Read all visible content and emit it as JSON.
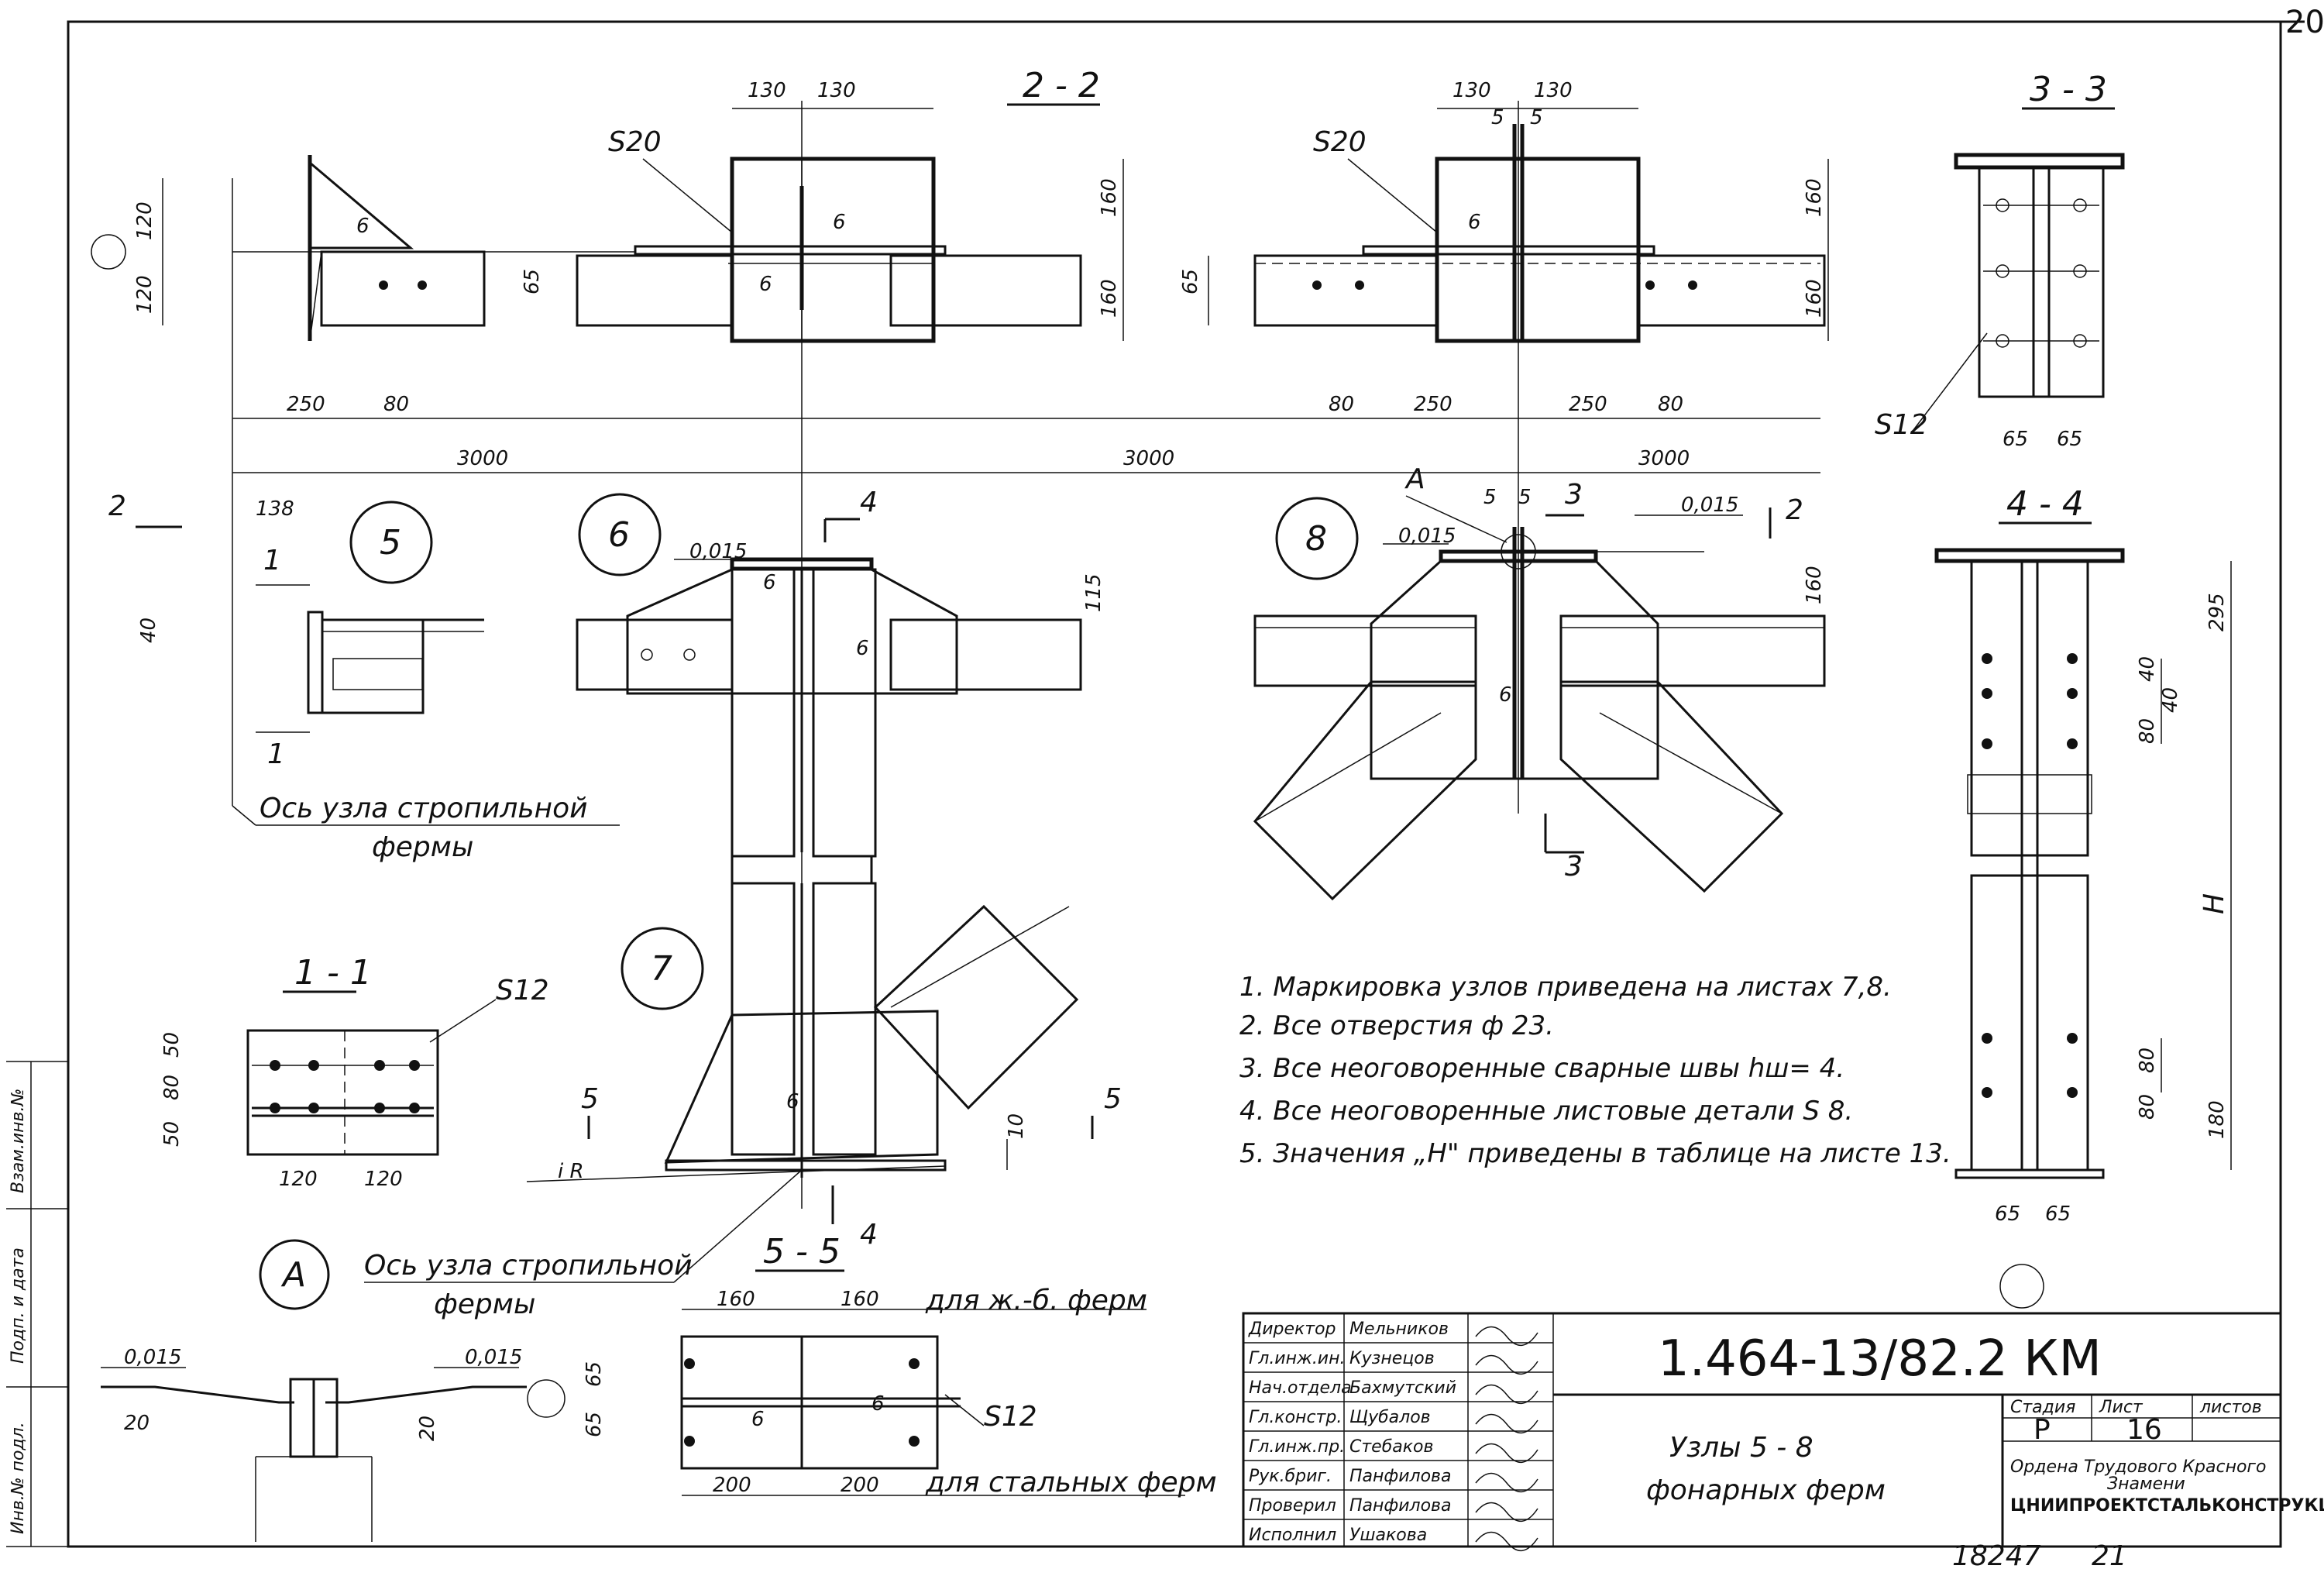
{
  "sheet_corner": "20",
  "sections": {
    "s22": "2 - 2",
    "s33": "3 - 3",
    "s44": "4 - 4",
    "s11": "1 - 1",
    "s55": "5 - 5"
  },
  "nodes": {
    "n5": "5",
    "n6": "6",
    "n7": "7",
    "n8": "8",
    "nA": "A"
  },
  "cut_marks": {
    "c1": "1",
    "c2": "2",
    "c3": "3",
    "c4": "4",
    "c5": "5",
    "cA": "A"
  },
  "axis_label_1": "Ось узла стропильной",
  "axis_label_1b": "фермы",
  "axis_label_2": "Ось узла стропильной",
  "axis_label_2b": "фермы",
  "slopes": {
    "s1": "0,015",
    "s2": "0,015",
    "s3": "0,015",
    "s4": "0,015",
    "s5": "0,015"
  },
  "plates": {
    "p1": "S20",
    "p2": "S20",
    "p3": "S12",
    "p4": "S12",
    "p5": "S12"
  },
  "dims": {
    "d130a": "130",
    "d130b": "130",
    "d130c": "130",
    "d130d": "130",
    "d5a": "5",
    "d5b": "5",
    "d5c": "5",
    "d5d": "5",
    "d120a": "120",
    "d120b": "120",
    "d65a": "65",
    "d65b": "65",
    "d160a": "160",
    "d160b": "160",
    "d160c": "160",
    "d160d": "160",
    "d250a": "250",
    "d80a": "80",
    "d80b": "80",
    "d250b": "250",
    "d250c": "250",
    "d80c": "80",
    "d3000a": "3000",
    "d3000b": "3000",
    "d3000c": "3000",
    "d6565a": "65",
    "d6565b": "65",
    "d138": "138",
    "d40": "40",
    "d115": "115",
    "d160e": "160",
    "d295": "295",
    "d40b": "40",
    "d40c": "40",
    "d80d": "80",
    "dH": "H",
    "d80e": "80",
    "d80f": "80",
    "d180": "180",
    "d6565c": "65",
    "d6565d": "65",
    "d50a": "50",
    "d80g": "80",
    "d50b": "50",
    "d120c": "120",
    "d120d": "120",
    "d10": "10",
    "dR": "i R",
    "d20a": "20",
    "d20b": "20",
    "d160f": "160",
    "d160g": "160",
    "d65c": "65",
    "d65d": "65",
    "d200a": "200",
    "d200b": "200"
  },
  "weld": "6",
  "for_rc": "для ж.-б. ферм",
  "for_steel": "для стальных ферм",
  "notes": [
    "1.  Маркировка   узлов  приведена на листах 7,8.",
    "2.  Все   отверстия  ф 23.",
    "3.  Все   неоговоренные    сварные  швы hш= 4.",
    "4.  Все  неоговоренные    листовые  детали  S 8.",
    "5.  Значения  „Н\"  приведены   в таблице на листе 13."
  ],
  "title_block": {
    "roles": [
      {
        "role": "Директор",
        "name": "Мельников"
      },
      {
        "role": "Гл.инж.ин.",
        "name": "Кузнецов"
      },
      {
        "role": "Нач.отдела",
        "name": "Бахмутский"
      },
      {
        "role": "Гл.констр.",
        "name": "Щубалов"
      },
      {
        "role": "Гл.инж.пр.",
        "name": "Стебаков"
      },
      {
        "role": "Рук.бриг.",
        "name": "Панфилова"
      },
      {
        "role": "Проверил",
        "name": "Панфилова"
      },
      {
        "role": "Исполнил",
        "name": "Ушакова"
      }
    ],
    "code": "1.464-13/82.2  КМ",
    "title1": "Узлы  5 - 8",
    "title2": "фонарных  ферм",
    "h_stage": "Стадия",
    "h_sheet": "Лист",
    "h_sheets": "листов",
    "stage": "Р",
    "sheet": "16",
    "org1": "Ордена Трудового Красного",
    "org2": "Знамени",
    "org3": "ЦНИИПРОЕКТСТАЛЬКОНСТРУКЦИЯ"
  },
  "side_stamp": [
    "Инв.№ подл.",
    "Подп. и дата",
    "Взам.инв.№"
  ],
  "bottom_numbers": {
    "n1": "18247",
    "n2": "21"
  }
}
